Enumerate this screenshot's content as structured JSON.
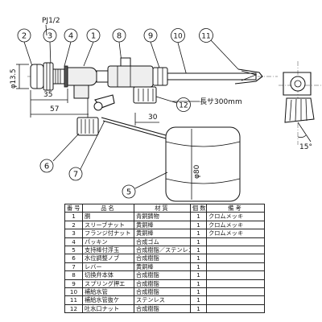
{
  "drawing": {
    "callouts": [
      "2",
      "3",
      "4",
      "1",
      "8",
      "9",
      "10",
      "11",
      "12",
      "6",
      "7",
      "5"
    ],
    "thread_label": "PJ1/2",
    "dim_diameter": "φ13.5",
    "dim_35": "35",
    "dim_57": "57",
    "dim_30": "30",
    "dim_length": "長サ300mm",
    "dim_float": "φ80",
    "dim_angle": "15°"
  },
  "parts_table": {
    "headers": {
      "number": "番号",
      "name": "品名",
      "material": "材質",
      "quantity": "個数",
      "note": "備考"
    },
    "rows": [
      {
        "number": "1",
        "name": "胴",
        "material": "青銅鋳物",
        "quantity": "1",
        "note": "クロムメッキ"
      },
      {
        "number": "2",
        "name": "スリーブナット",
        "material": "黄銅棒",
        "quantity": "1",
        "note": "クロムメッキ"
      },
      {
        "number": "3",
        "name": "フランジ付ナット",
        "material": "黄銅棒",
        "quantity": "1",
        "note": "クロムメッキ"
      },
      {
        "number": "4",
        "name": "パッキン",
        "material": "合成ゴム",
        "quantity": "1",
        "note": ""
      },
      {
        "number": "5",
        "name": "支持棒付浮玉",
        "material": "合成樹脂／ステンレス",
        "quantity": "1",
        "note": ""
      },
      {
        "number": "6",
        "name": "水位調整ノブ",
        "material": "合成樹脂",
        "quantity": "1",
        "note": ""
      },
      {
        "number": "7",
        "name": "レバー",
        "material": "黄銅棒",
        "quantity": "1",
        "note": ""
      },
      {
        "number": "8",
        "name": "切換弁本体",
        "material": "合成樹脂",
        "quantity": "1",
        "note": ""
      },
      {
        "number": "9",
        "name": "スプリング押エ",
        "material": "合成樹脂",
        "quantity": "1",
        "note": ""
      },
      {
        "number": "10",
        "name": "補給水管",
        "material": "合成樹脂",
        "quantity": "1",
        "note": ""
      },
      {
        "number": "11",
        "name": "補給水管抜ケ",
        "material": "ステンレス",
        "quantity": "1",
        "note": ""
      },
      {
        "number": "12",
        "name": "吐水口ナット",
        "material": "合成樹脂",
        "quantity": "1",
        "note": ""
      }
    ]
  }
}
